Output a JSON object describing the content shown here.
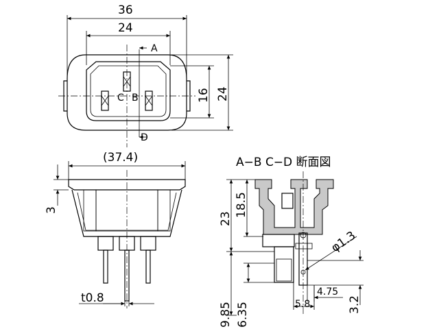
{
  "front_view": {
    "dim_overall_width": "36",
    "dim_inner_width": "24",
    "dim_inner_height": "16",
    "dim_overall_height": "24",
    "section_mark_top": "A",
    "section_mark_bottom": "D",
    "pin_label_c": "C",
    "pin_label_b": "B"
  },
  "bottom_view": {
    "dim_flange_width": "(37.4)",
    "dim_flange_thickness": "3",
    "dim_pin_thickness": "t0.8"
  },
  "section_view": {
    "title": "A−B  C−D 断面図",
    "dim_total_height": "23",
    "dim_body_height": "18.5",
    "dim_terminal_9_85": "9.85",
    "dim_terminal_6_35": "6.35",
    "dim_5_8": "5.8",
    "dim_4_75": "4.75",
    "dim_3_2": "3.2",
    "dim_hole": "φ1.3"
  }
}
